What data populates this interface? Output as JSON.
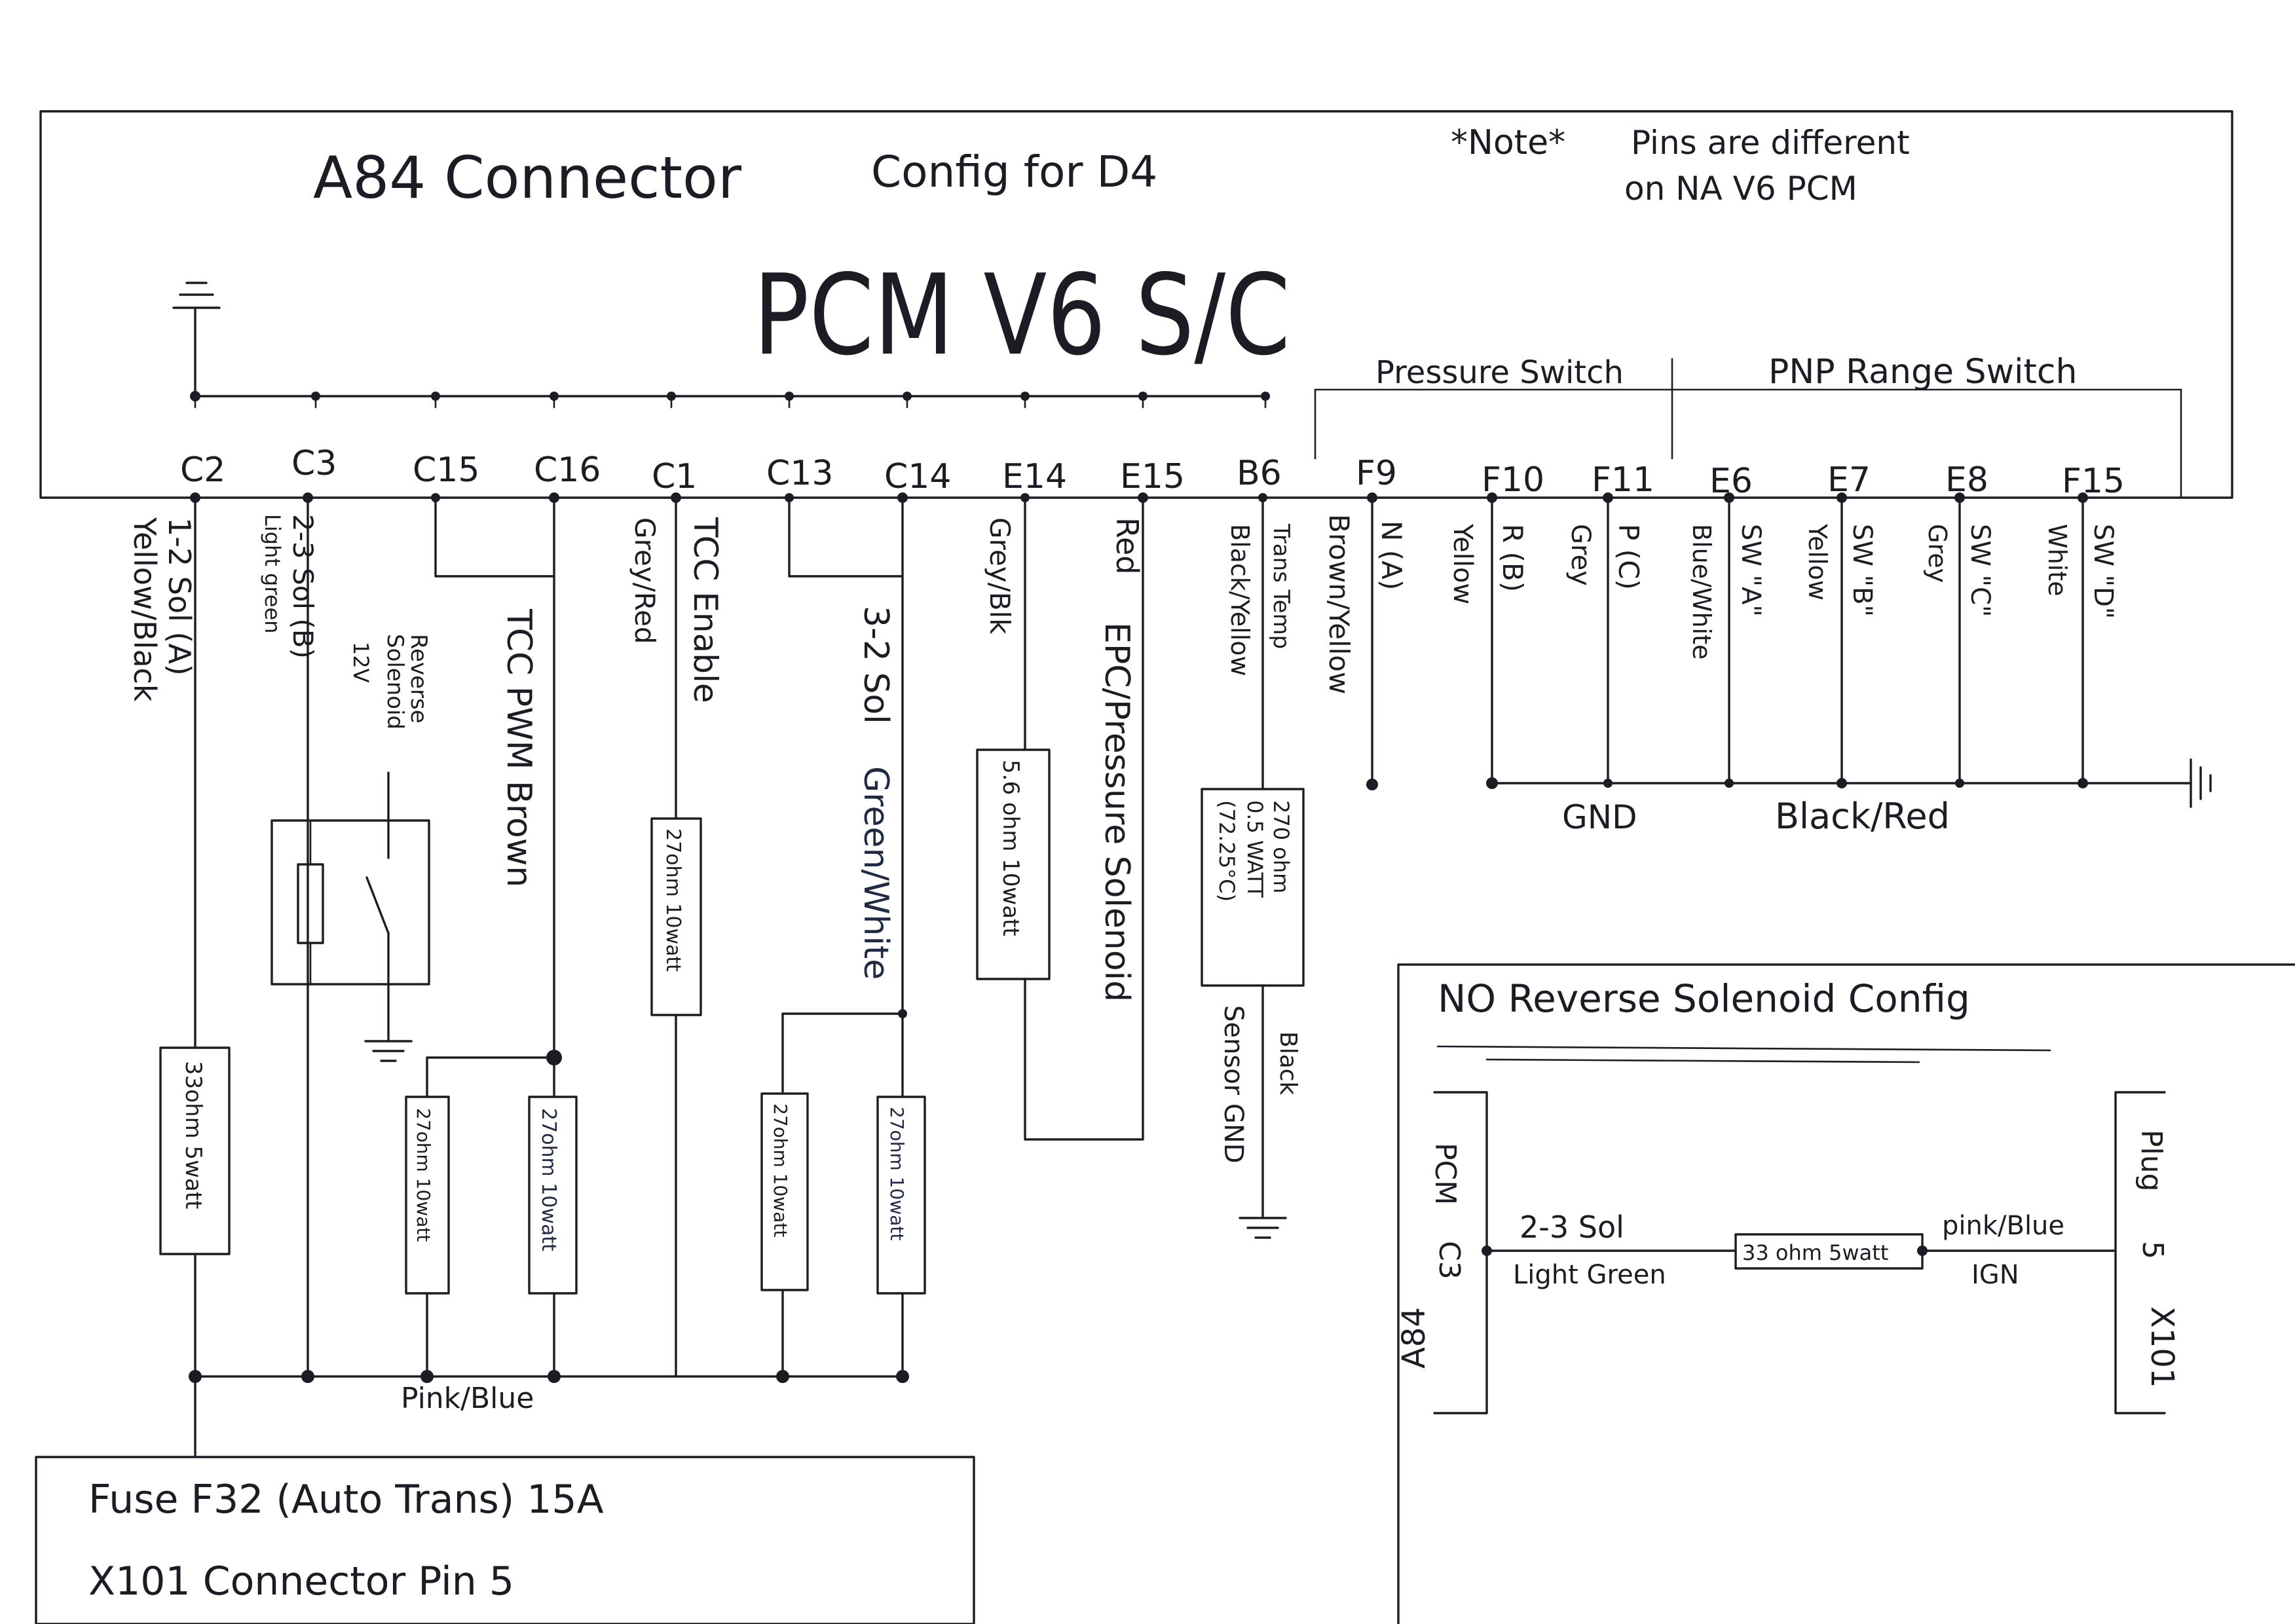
{
  "header": {
    "title": "A84 Connector",
    "config": "Config for D4",
    "note_star": "*Note*",
    "note_line1": "Pins are different",
    "note_line2": "on NA V6 PCM",
    "main": "PCM V6 S/C"
  },
  "groups": {
    "pressure_switch": "Pressure Switch",
    "pnp_range_switch": "PNP Range Switch"
  },
  "pins": [
    "C2",
    "C3",
    "C15",
    "C16",
    "C1",
    "C13",
    "C14",
    "E14",
    "E15",
    "B6",
    "F9",
    "F10",
    "F11",
    "E6",
    "E7",
    "E8",
    "F15"
  ],
  "wires": {
    "c2": [
      "1-2 Sol (A)",
      "Yellow/Black"
    ],
    "c3": [
      "2-3 Sol (B)",
      "Light green"
    ],
    "reverse": [
      "Reverse",
      "Solenoid",
      "12V"
    ],
    "c16": "TCC PWM Brown",
    "c1": [
      "TCC Enable",
      "Grey/Red"
    ],
    "c14_a": "3-2 Sol",
    "c14_b": "Green/White",
    "e14": "Grey/Blk",
    "e15": [
      "Red",
      "EPC/Pressure Solenoid"
    ],
    "b6": [
      "Trans Temp",
      "Black/Yellow"
    ],
    "f9": [
      "Brown/Yellow",
      "N (A)"
    ],
    "f10": [
      "Yellow",
      "R (B)"
    ],
    "f11": [
      "Grey",
      "P (C)"
    ],
    "e6": [
      "Blue/White",
      "SW \"A\""
    ],
    "e7": [
      "Yellow",
      "SW \"B\""
    ],
    "e8": [
      "Grey",
      "SW \"C\""
    ],
    "f15": [
      "White",
      "SW \"D\""
    ],
    "sensor": [
      "Black",
      "Sensor GND"
    ]
  },
  "resistors": {
    "r_c2": "33ohm 5watt",
    "r_c15": "27ohm 10watt",
    "r_c16": "27ohm 10watt",
    "r_c1": "27ohm 10watt",
    "r_c13": "27ohm 10watt",
    "r_c14": "27ohm 10watt",
    "r_e14": "5.6 ohm 10watt",
    "r_b6": [
      "270 ohm",
      "0.5 WATT",
      "(72.25°C)"
    ]
  },
  "ground_bus": {
    "gnd": "GND",
    "color": "Black/Red"
  },
  "bus": "Pink/Blue",
  "fuse": {
    "line1": "Fuse F32 (Auto Trans) 15A",
    "line2": "X101 Connector   Pin 5"
  },
  "inset": {
    "title": "NO Reverse Solenoid Config",
    "left_a": "A84",
    "left_b": "PCM",
    "left_c": "C3",
    "wire_top": "2-3 Sol",
    "wire_bottom": "Light Green",
    "resistor": "33 ohm 5watt",
    "right_top": "pink/Blue",
    "right_bottom": "IGN",
    "plug_a": "X101",
    "plug_b": "Plug",
    "plug_c": "5"
  }
}
